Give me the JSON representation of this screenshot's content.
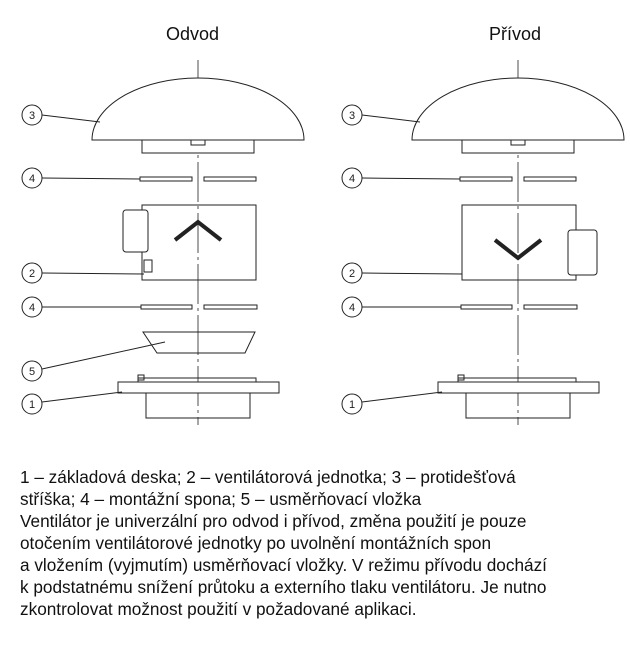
{
  "titles": {
    "left": "Odvod",
    "right": "Přívod"
  },
  "labels": {
    "base": "1",
    "fan": "2",
    "roof": "3",
    "clip": "4",
    "insert": "5"
  },
  "caption": [
    "1 – základová deska; 2 – ventilátorová jednotka; 3 – protidešťová",
    "stříška; 4 – montážní spona; 5 – usměrňovací vložka",
    "Ventilátor je univerzální pro odvod i přívod, změna použití je pouze",
    "otočením ventilátorové jednotky po uvolnění montážních spon",
    "a vložením (vyjmutím) usměrňovací vložky. V režimu přívodu dochází",
    "k podstatnému snížení průtoku a externího tlaku ventilátoru. Je nutno",
    "zkontrolovat možnost použití v požadované aplikaci."
  ]
}
